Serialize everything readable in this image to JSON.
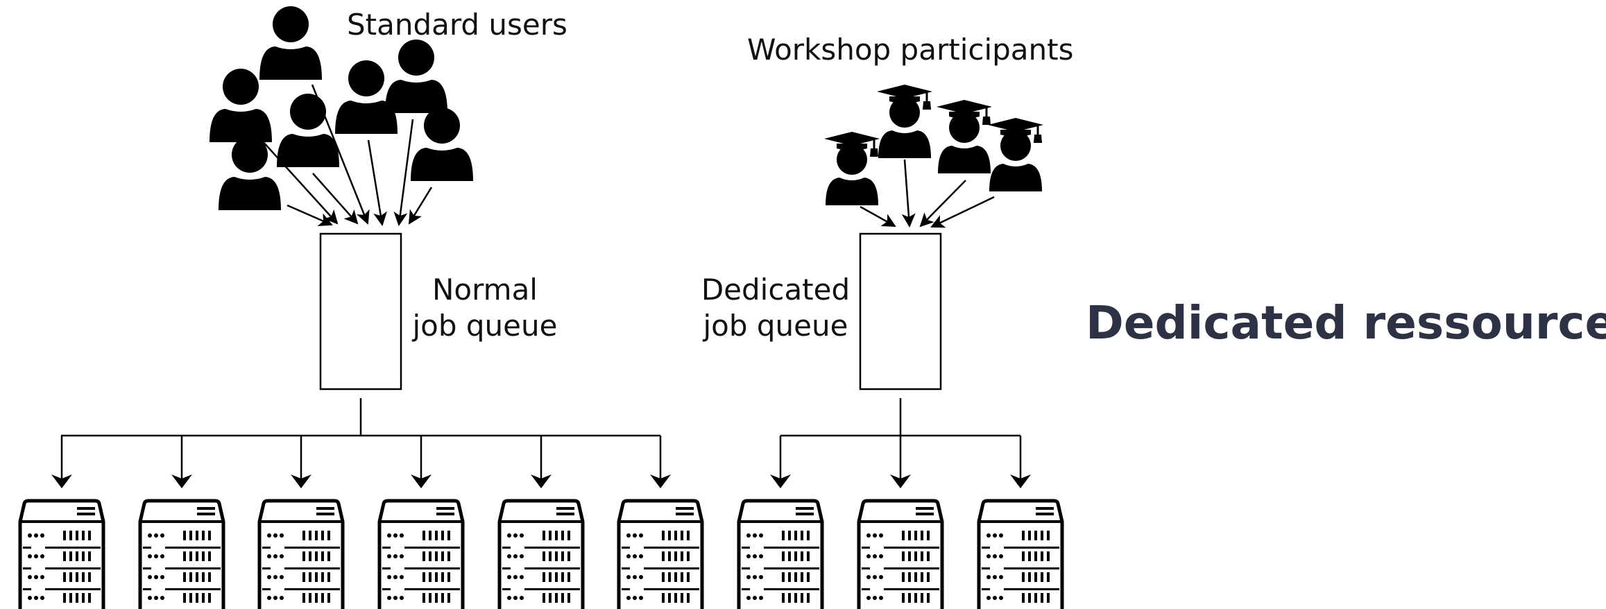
{
  "labels": {
    "standard_users": "Standard users",
    "workshop_participants": "Workshop participants",
    "normal_queue_line1": "Normal",
    "normal_queue_line2": "job queue",
    "dedicated_queue_line1": "Dedicated",
    "dedicated_queue_line2": "job queue",
    "title": "Dedicated ressources"
  },
  "colors": {
    "ink": "#000000",
    "title": "#2d3244"
  },
  "icons": {
    "user": "person-icon",
    "participant": "graduate-person-icon",
    "server": "server-rack-icon",
    "queue": "queue-box"
  }
}
